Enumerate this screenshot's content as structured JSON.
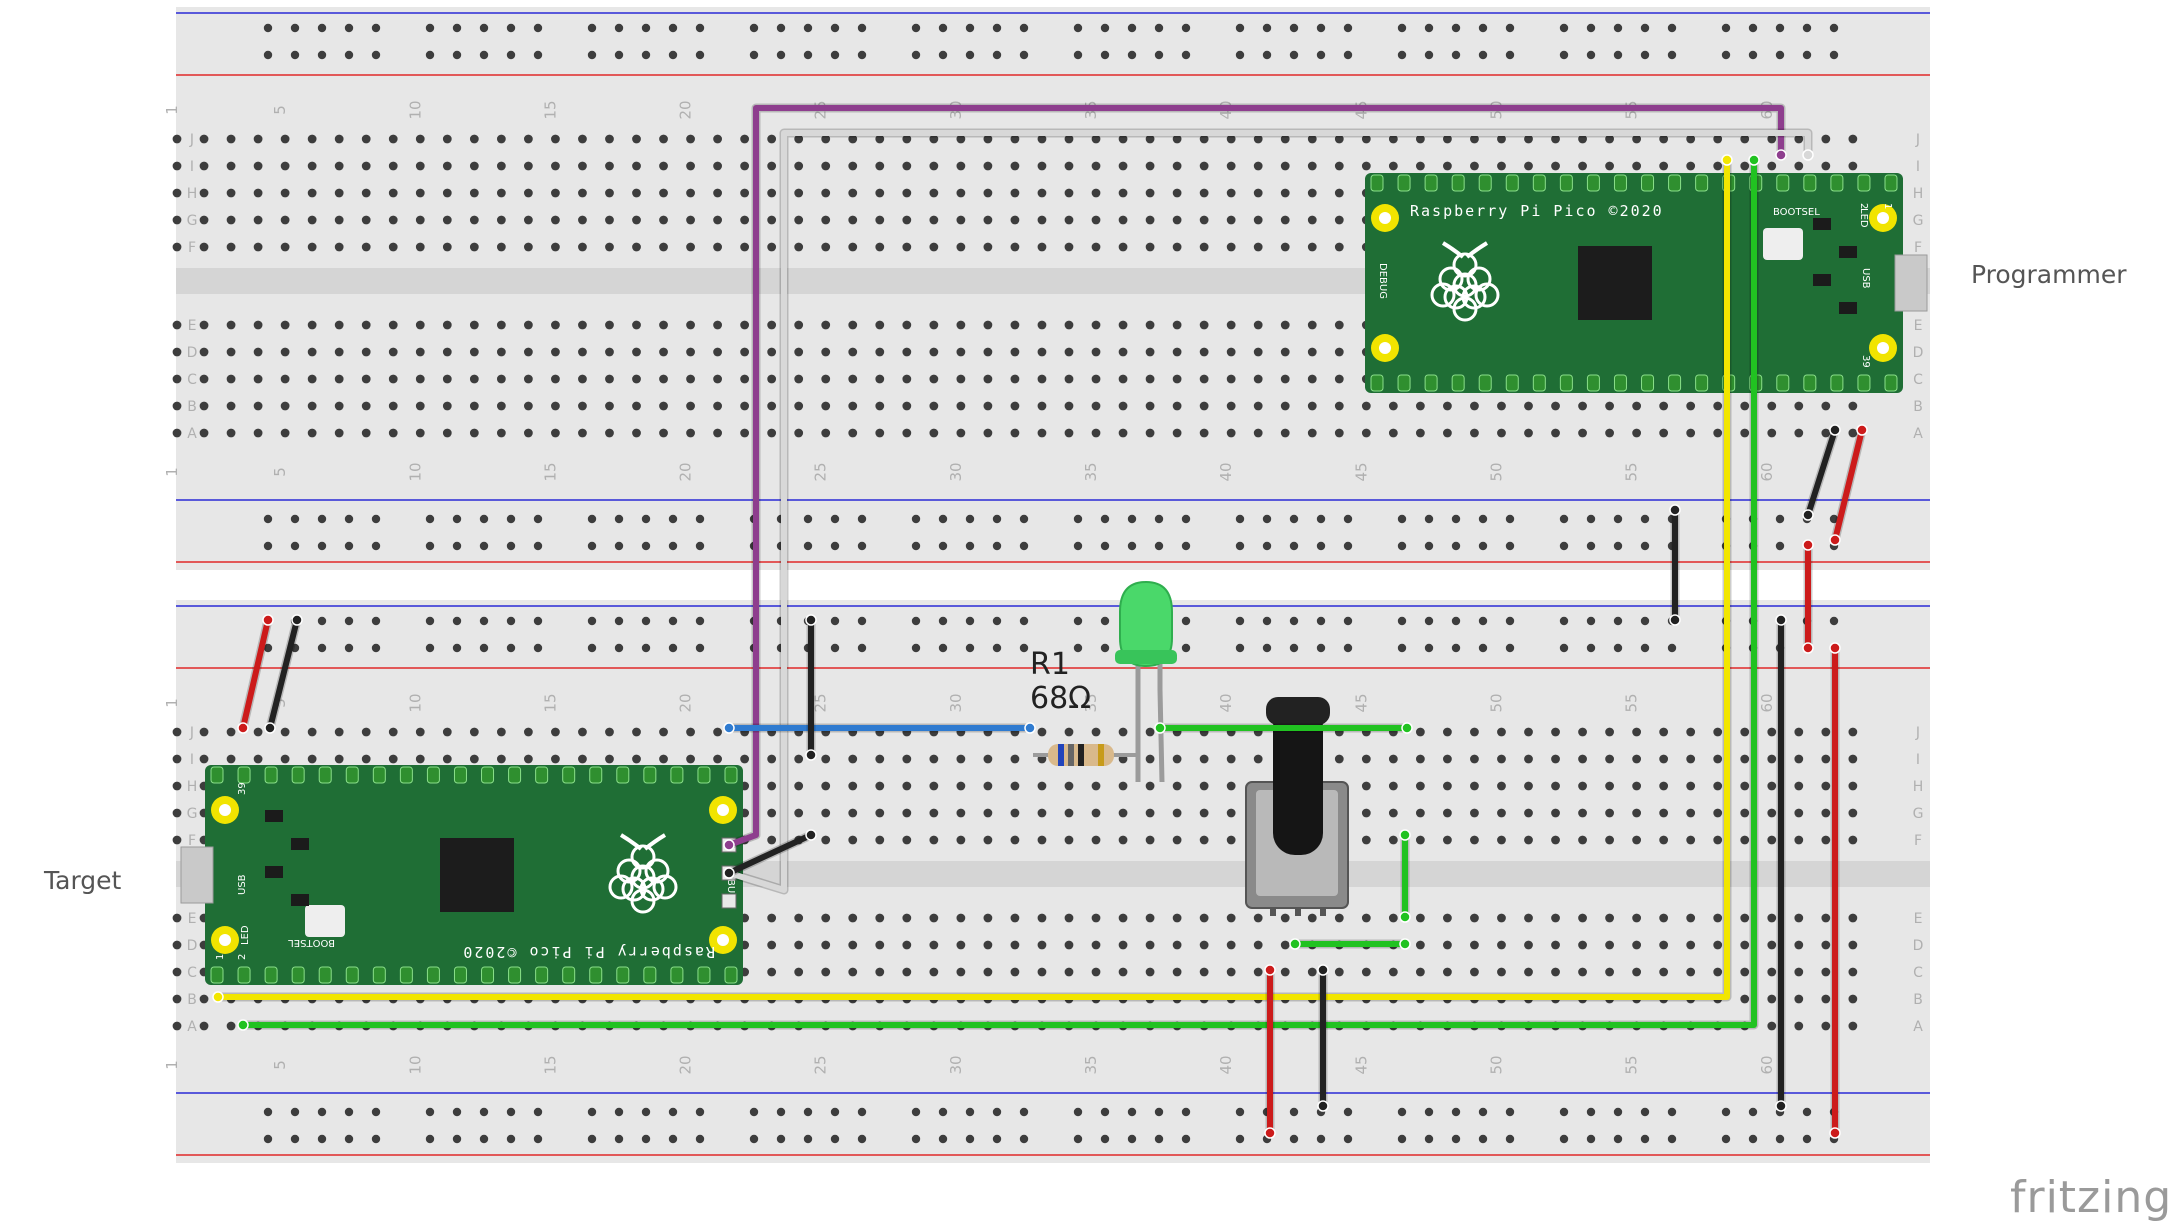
{
  "labels": {
    "programmer": "Programmer",
    "target": "Target",
    "brand": "fritzing"
  },
  "resistor": {
    "name": "R1",
    "value": "68Ω"
  },
  "pico": {
    "board_text": "Raspberry Pi Pico ©2020",
    "bootsel": "BOOTSEL",
    "debug": "DEBUG",
    "usb": "USB",
    "led": "LED",
    "pin1": "1",
    "pin2": "2",
    "pin39": "39"
  },
  "breadboard": {
    "column_numbers": [
      "1",
      "5",
      "10",
      "15",
      "20",
      "25",
      "30",
      "35",
      "40",
      "45",
      "50",
      "55",
      "60"
    ],
    "row_letters_top": [
      "J",
      "I",
      "H",
      "G",
      "F"
    ],
    "row_letters_bottom": [
      "E",
      "D",
      "C",
      "B",
      "A"
    ]
  },
  "colors": {
    "board": "#e7e7e7",
    "hole": "#3d3d3d",
    "pico_green": "#1f6e35",
    "rail_red": "#e02828",
    "rail_blue": "#2a2ad6",
    "wire_purple": "#8e3e8e",
    "wire_white": "#d8d8d8",
    "wire_yellow": "#f2e600",
    "wire_green": "#21c221",
    "wire_blue": "#2f7bd0",
    "wire_black": "#222222",
    "wire_red": "#cc1b1b"
  }
}
